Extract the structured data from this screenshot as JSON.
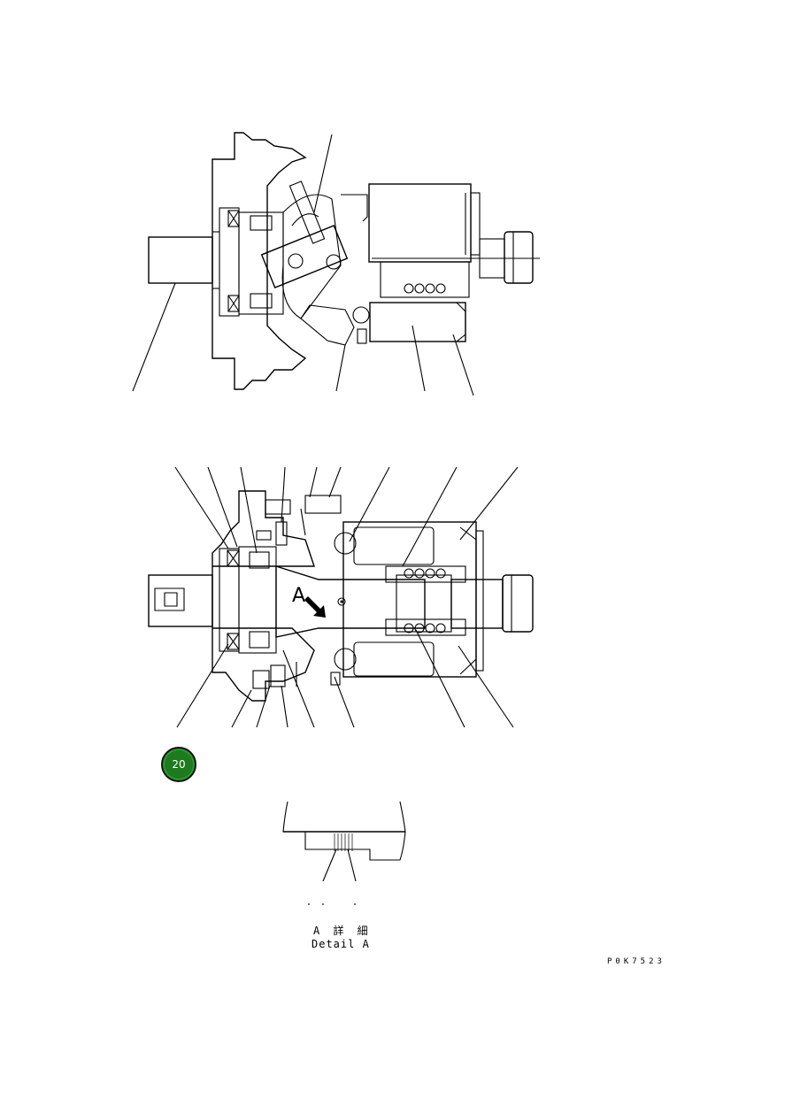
{
  "figure": {
    "section_mark": "A",
    "detail_caption_jp": "A 詳 細",
    "detail_caption_en": "Detail A",
    "drawing_code": "P0K7523",
    "reference_number": "20",
    "badge_color": "#1e7a1e"
  },
  "views": [
    "top-view",
    "section-view",
    "detail-a"
  ]
}
